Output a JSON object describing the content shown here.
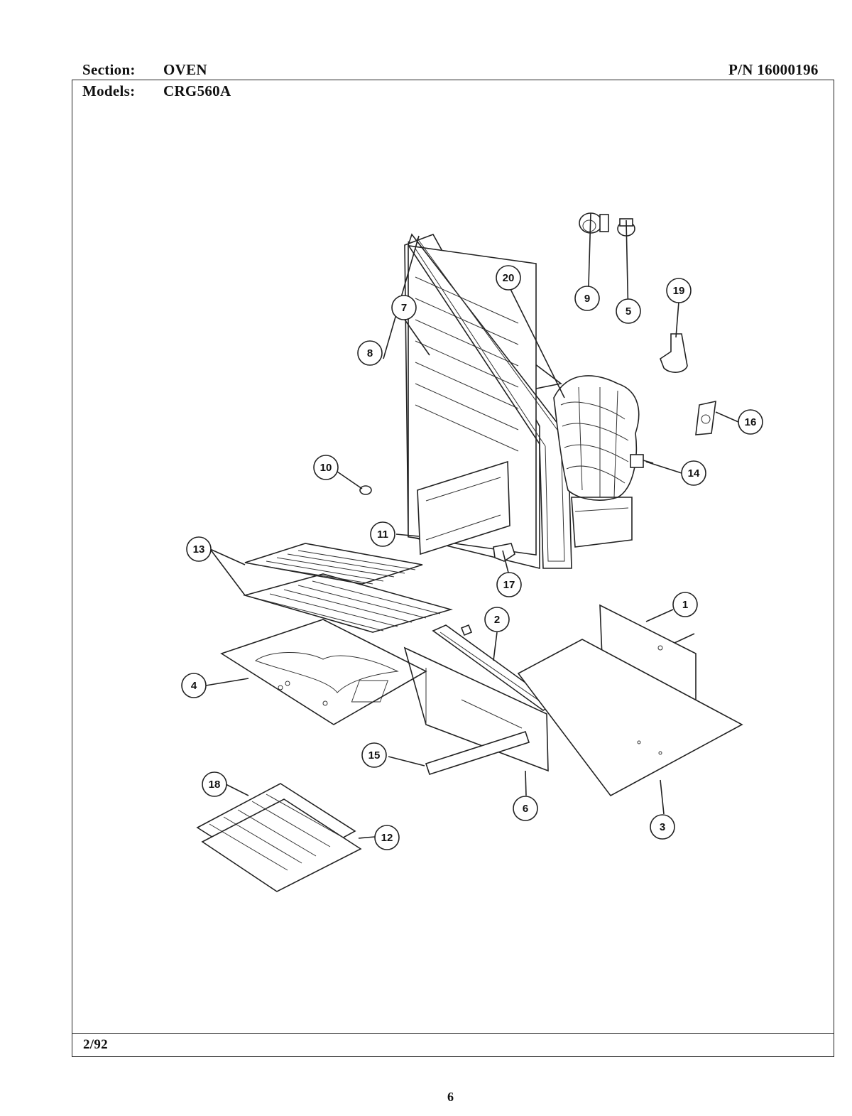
{
  "header": {
    "section_label": "Section:",
    "section_value": "OVEN",
    "models_label": "Models:",
    "models_value": "CRG560A",
    "part_number": "P/N 16000196"
  },
  "footer": {
    "date": "2/92",
    "page_number": "6"
  },
  "callouts": [
    "1",
    "2",
    "3",
    "4",
    "5",
    "6",
    "7",
    "8",
    "9",
    "10",
    "11",
    "12",
    "13",
    "14",
    "15",
    "16",
    "17",
    "18",
    "19",
    "20"
  ]
}
